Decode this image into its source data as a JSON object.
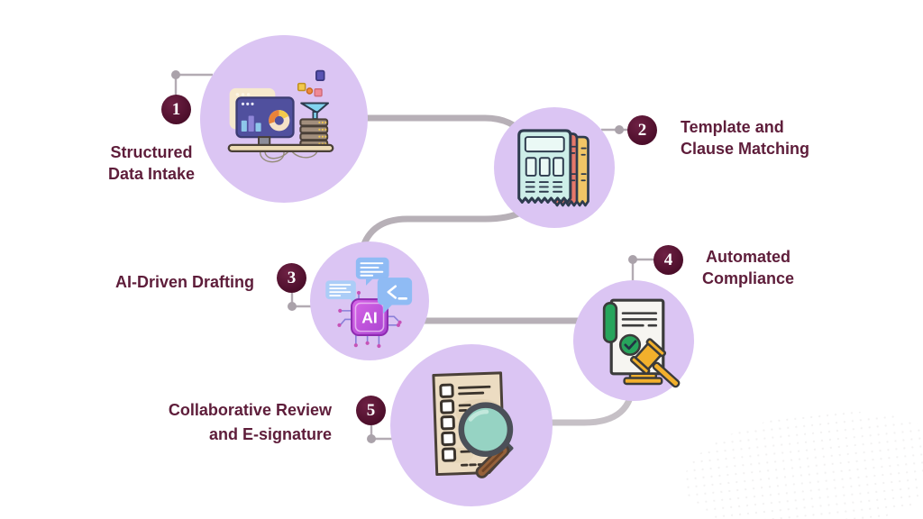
{
  "steps": [
    {
      "number": "1",
      "label_line1": "Structured",
      "label_line2": "Data Intake",
      "icon": "data-intake-icon"
    },
    {
      "number": "2",
      "label_line1": "Template and",
      "label_line2": "Clause Matching",
      "icon": "template-clause-icon"
    },
    {
      "number": "3",
      "label_line1": "AI-Driven Drafting",
      "label_line2": "",
      "icon": "ai-chip-icon",
      "chip_text": "AI"
    },
    {
      "number": "4",
      "label_line1": "Automated",
      "label_line2": "Compliance",
      "icon": "compliance-gavel-icon"
    },
    {
      "number": "5",
      "label_line1": "Collaborative Review",
      "label_line2": "and E-signature",
      "icon": "review-magnifier-icon"
    }
  ],
  "colors": {
    "background": "#ffffff",
    "step_circle_fill": "#dbc5f3",
    "badge_fill": "#4a0d29",
    "badge_text": "#ffffff",
    "label_text": "#5e1d3a",
    "connector": "#b7b0b7",
    "stub_connector": "#b3abb3"
  }
}
